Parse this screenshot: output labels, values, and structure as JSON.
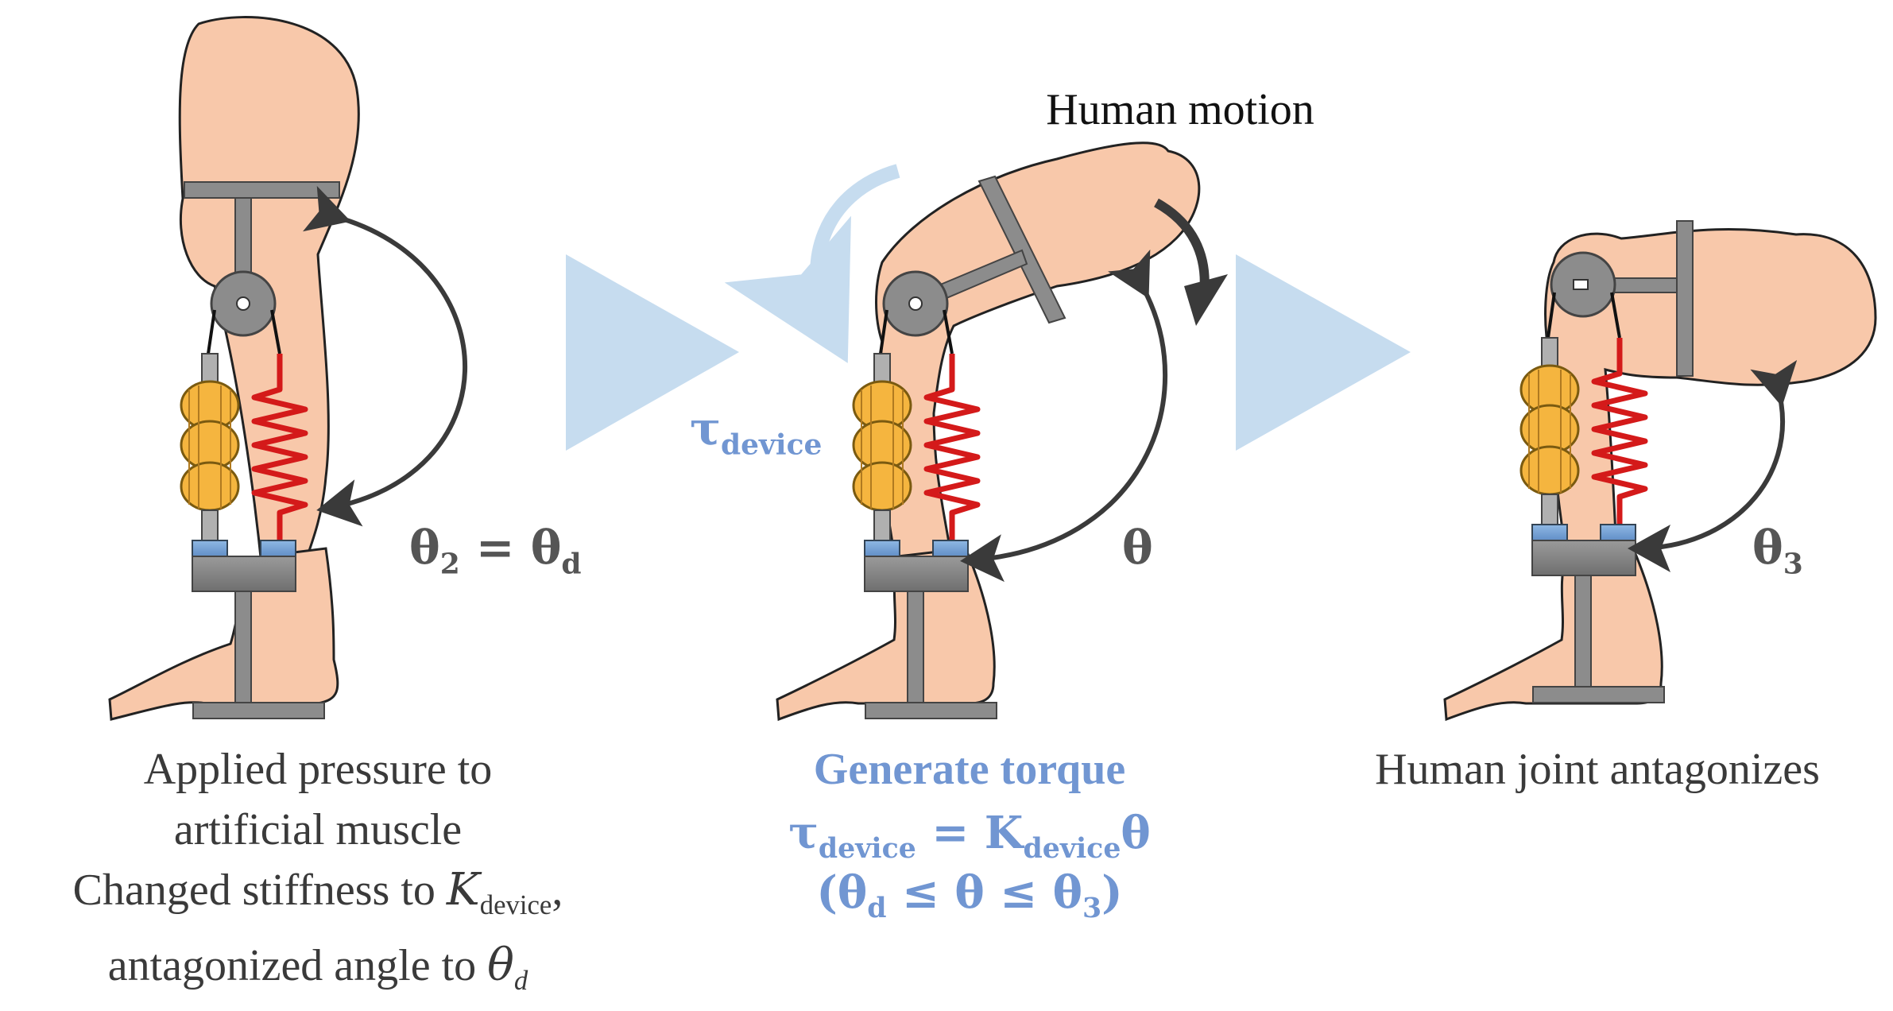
{
  "panels": [
    {
      "caption_lines": [
        "Applied pressure to",
        "artificial muscle",
        "Changed stiffness to",
        "antagonized angle to"
      ],
      "k_symbol": "K",
      "k_sub": "device",
      "k_suffix": ",",
      "theta_symbol": "θ",
      "theta_sub": "d",
      "angle_label": "θ",
      "angle_sub1": "2",
      "angle_eq": " = θ",
      "angle_sub2": "d"
    },
    {
      "top_label": "Human motion",
      "tau_symbol": "τ",
      "tau_sub": "device",
      "angle_label": "θ",
      "caption_title": "Generate torque",
      "eq_tau": "τ",
      "eq_tau_sub": "device",
      "eq_mid": " = K",
      "eq_k_sub": "device",
      "eq_end": "θ",
      "range": "(θ",
      "range_sub1": "d",
      "range_mid": " ≤ θ ≤ θ",
      "range_sub2": "3",
      "range_end": ")"
    },
    {
      "caption_lines": [
        "Human joint antagonizes"
      ],
      "angle_label": "θ",
      "angle_sub": "3"
    }
  ],
  "colors": {
    "skin": "#f8c8aa",
    "frame": "#8c8c8c",
    "spring": "#d41a1a",
    "muscle": "#f5b53f",
    "cap": "#6f9fd4",
    "arrow_light": "#c6dcef",
    "arrow_dark": "#3a3a3a",
    "accent": "#7196d2"
  },
  "icons": [
    "play-triangle-icon",
    "play-triangle-icon",
    "curved-arrow-icon"
  ]
}
